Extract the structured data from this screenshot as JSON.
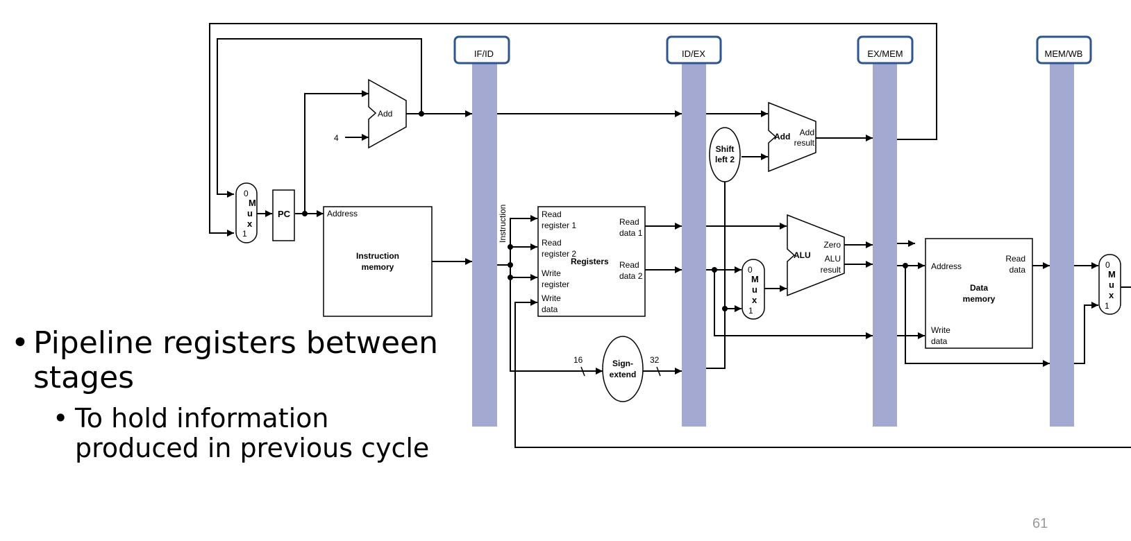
{
  "pipeline_registers": [
    "IF/ID",
    "ID/EX",
    "EX/MEM",
    "MEM/WB"
  ],
  "if_stage": {
    "adder_label": "Add",
    "const_four": "4",
    "mux_in0": "0",
    "mux_letters": [
      "M",
      "u",
      "x"
    ],
    "mux_in1": "1",
    "pc_label": "PC",
    "imem_address": "Address",
    "imem_title_line1": "Instruction",
    "imem_title_line2": "memory"
  },
  "id_stage": {
    "instruction_label": "Instruction",
    "read_reg1_line1": "Read",
    "read_reg1_line2": "register 1",
    "read_reg2_line1": "Read",
    "read_reg2_line2": "register 2",
    "write_reg_line1": "Write",
    "write_reg_line2": "register",
    "write_data_line1": "Write",
    "write_data_line2": "data",
    "registers_title": "Registers",
    "read_data1_line1": "Read",
    "read_data1_line2": "data 1",
    "read_data2_line1": "Read",
    "read_data2_line2": "data 2",
    "sign_extend_line1": "Sign-",
    "sign_extend_line2": "extend",
    "width_in": "16",
    "width_out": "32"
  },
  "ex_stage": {
    "shift_line1": "Shift",
    "shift_line2": "left 2",
    "add_label": "Add",
    "add_result_line1": "Add",
    "add_result_line2": "result",
    "alu_label": "ALU",
    "zero_label": "Zero",
    "alu_result_line1": "ALU",
    "alu_result_line2": "result",
    "mux_in0": "0",
    "mux_letters": [
      "M",
      "u",
      "x"
    ],
    "mux_in1": "1"
  },
  "mem_stage": {
    "address_label": "Address",
    "read_data_line1": "Read",
    "read_data_line2": "data",
    "title_line1": "Data",
    "title_line2": "memory",
    "write_data_line1": "Write",
    "write_data_line2": "data"
  },
  "wb_stage": {
    "mux_in0": "0",
    "mux_letters": [
      "M",
      "u",
      "x"
    ],
    "mux_in1": "1"
  },
  "bullets": {
    "main": "Pipeline registers between stages",
    "sub": "To hold information produced in previous cycle"
  },
  "page_number": "61",
  "colors": {
    "register_fill": "#a4a9d1",
    "register_cap_stroke": "#2e5590",
    "line": "#000000"
  }
}
